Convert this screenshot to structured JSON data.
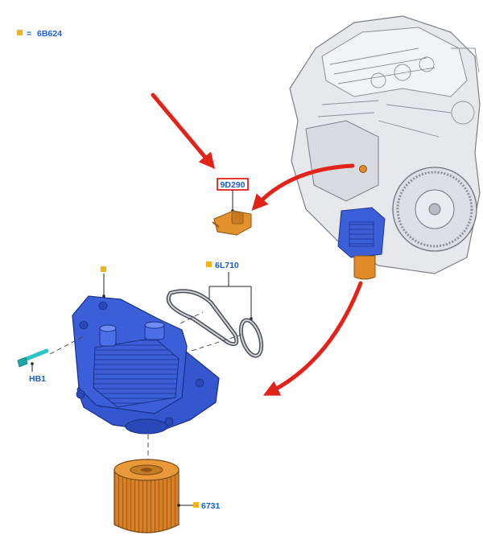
{
  "legend": {
    "symbol": "■",
    "equals": "=",
    "part_number": "6B624"
  },
  "callouts": {
    "sensor": "9D290",
    "gasket": "6L710",
    "bolt": "HB1",
    "filter": "6731"
  },
  "colors": {
    "label_blue": "#1a5fd0",
    "marker_orange": "#f3b21a",
    "arrow_red": "#e2231a",
    "cooler_blue": "#3a5fd8",
    "filter_orange": "#e08a2a",
    "engine_gray": "#cfd3d8",
    "bolt_teal": "#2ec4c4"
  },
  "icons": {
    "legend_marker": "orange-square-marker",
    "pointer_arrow": "red-arrow",
    "curved_arrow": "red-curved-arrow"
  }
}
